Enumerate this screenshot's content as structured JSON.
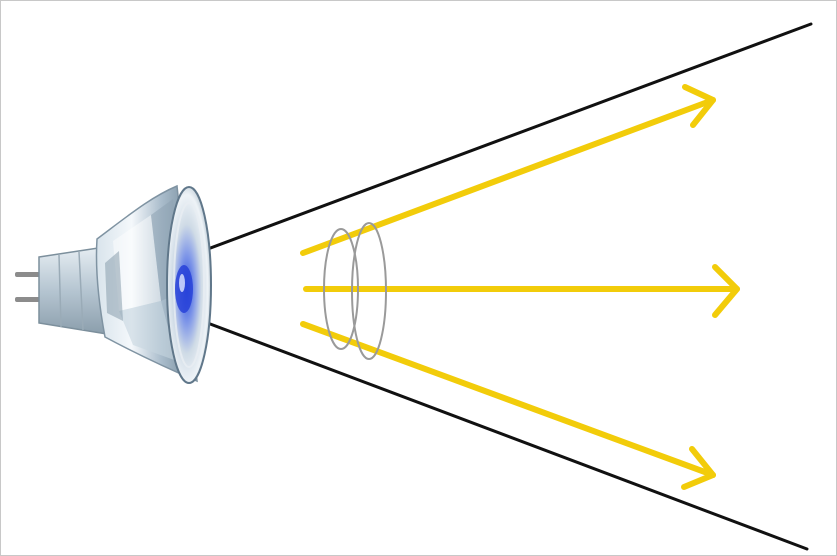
{
  "diagram": {
    "subject": "halogen-reflector-lamp-beam",
    "colors": {
      "beam_edge": "#111111",
      "ray": "#f2cc0a",
      "lens_ring": "#9a9a9a",
      "glass_light": "#e3edf4",
      "glass_mid": "#b6c8d6",
      "glass_dark": "#6f8596",
      "reflector_blue": "#3b5bd6",
      "pins": "#8c8c8c"
    },
    "ray_count": 3,
    "lens_ring_count": 2,
    "beam_edge_count": 2,
    "icons": [
      "halogen-bulb-icon"
    ]
  }
}
